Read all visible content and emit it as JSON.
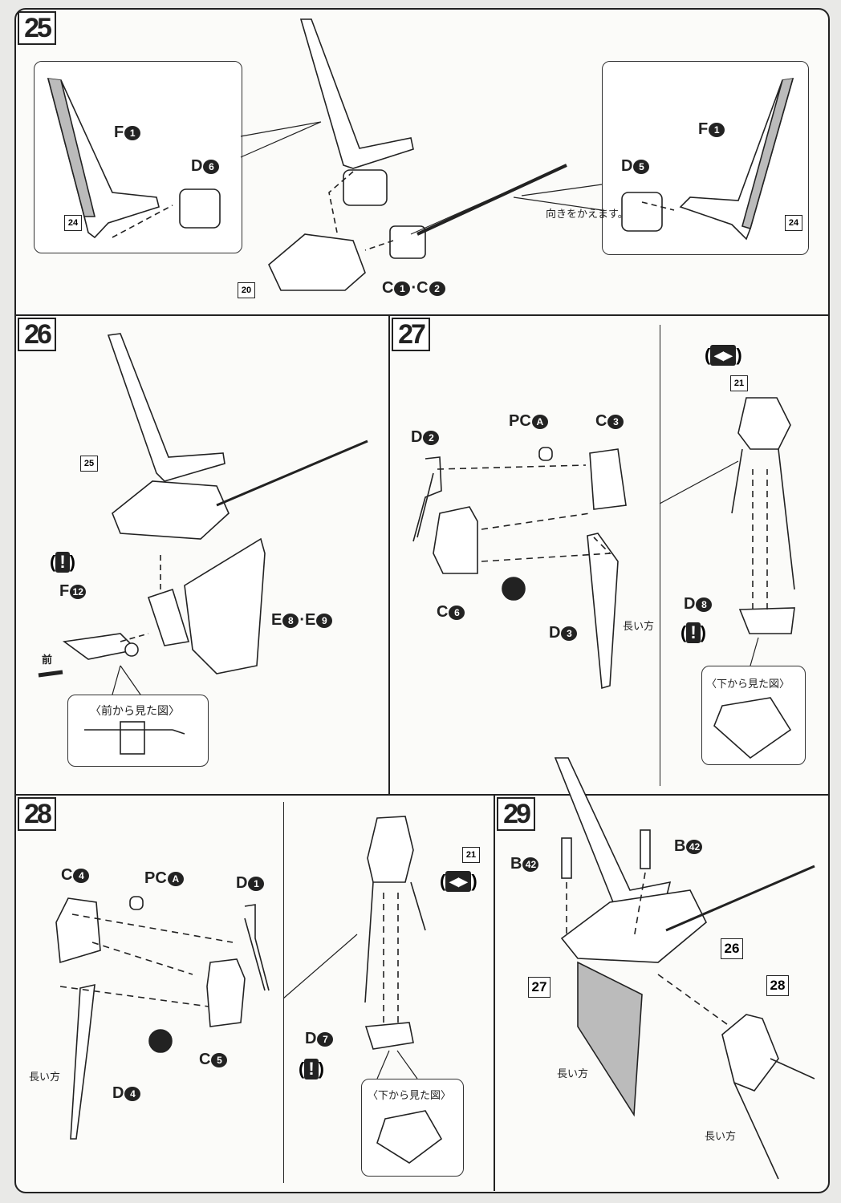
{
  "steps": [
    "25",
    "26",
    "27",
    "28",
    "29"
  ],
  "labels": {
    "s25_f1_left": {
      "letter": "F",
      "num": "1"
    },
    "s25_d6": {
      "letter": "D",
      "num": "6"
    },
    "s25_c1c2": {
      "letter": "C",
      "num": "1",
      "sep": "·C",
      "num2": "2"
    },
    "s25_d5": {
      "letter": "D",
      "num": "5"
    },
    "s25_f1_right": {
      "letter": "F",
      "num": "1"
    },
    "s26_f12": {
      "letter": "F",
      "num": "12"
    },
    "s26_e8e9": {
      "letter": "E",
      "num": "8",
      "sep": "·E",
      "num2": "9"
    },
    "s27_d2": {
      "letter": "D",
      "num": "2"
    },
    "s27_pca": {
      "letter": "PC",
      "num": "A"
    },
    "s27_c3": {
      "letter": "C",
      "num": "3"
    },
    "s27_c6": {
      "letter": "C",
      "num": "6"
    },
    "s27_d3": {
      "letter": "D",
      "num": "3"
    },
    "s27_d8": {
      "letter": "D",
      "num": "8"
    },
    "s28_c4": {
      "letter": "C",
      "num": "4"
    },
    "s28_pca": {
      "letter": "PC",
      "num": "A"
    },
    "s28_d1": {
      "letter": "D",
      "num": "1"
    },
    "s28_c5": {
      "letter": "C",
      "num": "5"
    },
    "s28_d4": {
      "letter": "D",
      "num": "4"
    },
    "s28_d7": {
      "letter": "D",
      "num": "7"
    },
    "s29_b42_left": {
      "letter": "B",
      "num": "42"
    },
    "s29_b42_right": {
      "letter": "B",
      "num": "42"
    }
  },
  "refs": {
    "s25_ref24_left": "24",
    "s25_ref20": "20",
    "s25_ref24_right": "24",
    "s26_ref25": "25",
    "s27_ref21": "21",
    "s28_ref21": "21",
    "s29_ref26": "26",
    "s29_ref27": "27",
    "s29_ref28": "28"
  },
  "notes": {
    "s25_turn": "向きをかえます。",
    "s26_front": "前",
    "s26_view_front": "〈前から見た図〉",
    "s27_long": "長い方",
    "s27_view_bottom": "〈下から見た図〉",
    "s28_long": "長い方",
    "s28_view_bottom": "〈下から見た図〉",
    "s29_long_left": "長い方",
    "s29_long_right": "長い方"
  },
  "warning_mark": "!",
  "colors": {
    "ink": "#222222",
    "paper": "#fbfbf9",
    "background": "#e9e9e7",
    "shade": "#b8b8b8"
  }
}
